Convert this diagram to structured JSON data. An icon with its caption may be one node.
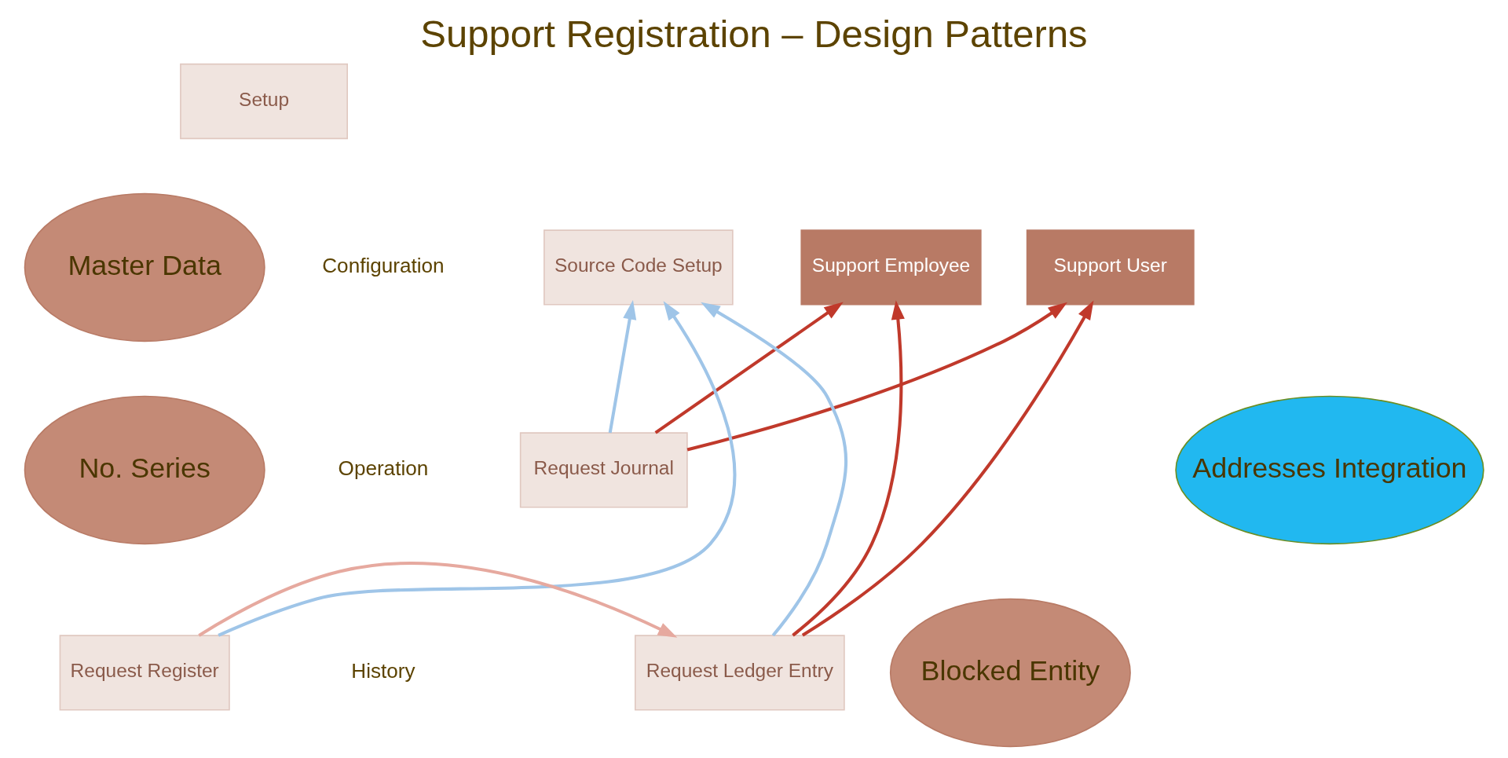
{
  "diagram": {
    "title": "Support Registration – Design Patterns",
    "nodes": [
      {
        "text": [
          "Setup"
        ]
      },
      {
        "text": [
          "Source Code Setup"
        ]
      },
      {
        "text": [
          "Support Employee"
        ]
      },
      {
        "text": [
          "Support User"
        ]
      },
      {
        "text": [
          "Request Journal"
        ]
      },
      {
        "text": [
          "Request Register"
        ]
      },
      {
        "text": [
          "Request Ledger Entry"
        ]
      },
      {
        "text": [
          "Master Data"
        ]
      },
      {
        "text": [
          "No. Series"
        ]
      },
      {
        "text": [
          "Blocked Entity"
        ]
      },
      {
        "text": [
          "Addresses Integration"
        ]
      }
    ],
    "edges": [
      {
        "from": 6,
        "to": 2,
        "arrow": "to",
        "color": "#c0392b"
      },
      {
        "from": 4,
        "to": 2,
        "arrow": "to",
        "color": "#c0392b"
      },
      {
        "from": 4,
        "to": 3,
        "arrow": "to",
        "color": "#c0392b"
      },
      {
        "from": 6,
        "to": 3,
        "arrow": "to",
        "color": "#c0392b"
      },
      {
        "from": 4,
        "to": 1,
        "arrow": "to",
        "color": "#9fc5e8"
      },
      {
        "from": 5,
        "to": 1,
        "arrow": "to",
        "color": "#9fc5e8"
      },
      {
        "from": 6,
        "to": 1,
        "arrow": "to",
        "color": "#9fc5e8"
      },
      {
        "from": 5,
        "to": 6,
        "arrow": "to",
        "color": "#e6a99f"
      }
    ],
    "labels": [
      "Configuration",
      "Operation",
      "History"
    ]
  }
}
